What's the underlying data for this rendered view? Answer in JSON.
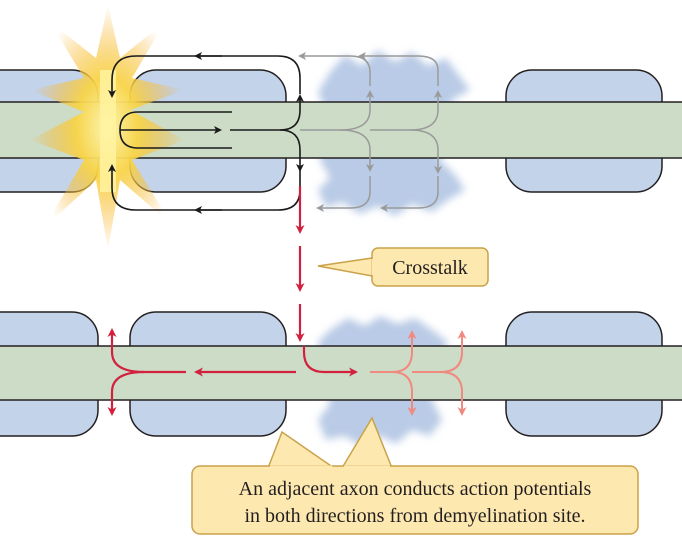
{
  "callouts": {
    "crosstalk": "Crosstalk",
    "caption_line1": "An adjacent axon conducts action potentials",
    "caption_line2": "in both directions from demyelination site."
  },
  "colors": {
    "myelin": "#c3d3ea",
    "axon": "#cddcc6",
    "outline": "#231f20",
    "current_black": "#1a1a1a",
    "current_grey": "#9a9a9a",
    "current_red": "#d2213f",
    "current_pink": "#f08a80",
    "callout_fill": "#fde8b0",
    "callout_border": "#c9a24a",
    "demyelination_cloud": "#b9cbe6",
    "action_potential_glow": "#f7c238"
  },
  "icons": {
    "demyelination_site": "blue-cloud",
    "action_potential": "yellow-burst"
  }
}
